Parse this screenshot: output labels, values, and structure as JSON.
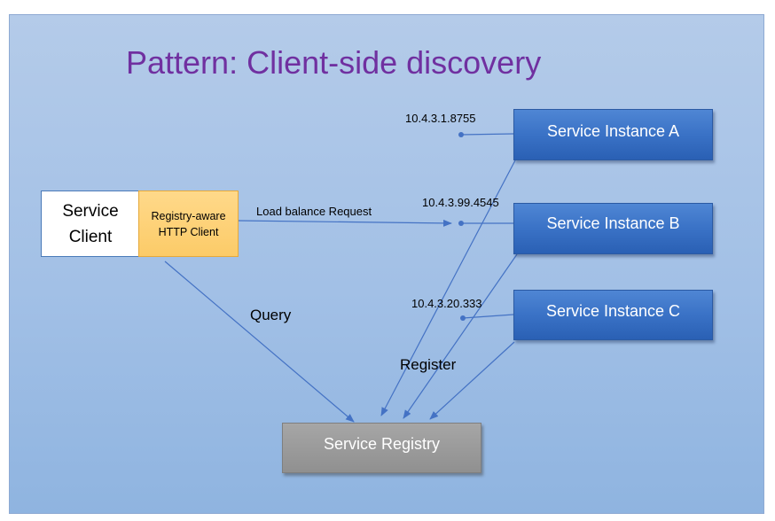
{
  "title": "Pattern: Client-side discovery",
  "service_client": {
    "line1": "Service",
    "line2": "Client"
  },
  "http_client": {
    "line1": "Registry-aware",
    "line2": "HTTP Client"
  },
  "instances": [
    {
      "label": "Service Instance A",
      "address": "10.4.3.1.8755"
    },
    {
      "label": "Service Instance B",
      "address": "10.4.3.99.4545"
    },
    {
      "label": "Service Instance C",
      "address": "10.4.3.20.333"
    }
  ],
  "registry": {
    "label": "Service Registry"
  },
  "edge_labels": {
    "load_balance": "Load balance Request",
    "query": "Query",
    "register": "Register"
  },
  "colors": {
    "title": "#7030a0",
    "connector": "#4472c4",
    "instance_fill": "#3a72c6",
    "http_client_fill": "#fccb68",
    "registry_fill": "#9a9a9a"
  }
}
